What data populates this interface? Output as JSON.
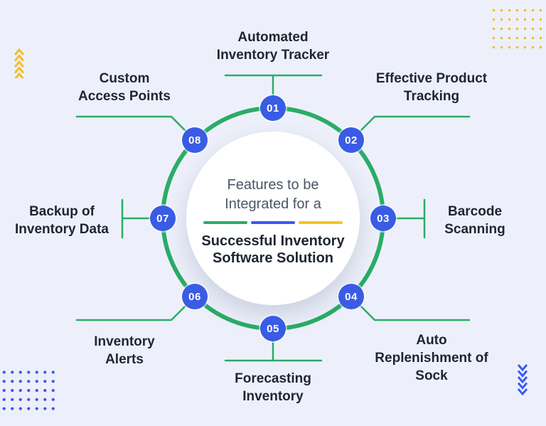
{
  "center": {
    "intro_lines": [
      "Features to be",
      "Integrated for a"
    ],
    "title_lines": [
      "Successful Inventory",
      "Software Solution"
    ]
  },
  "features": [
    {
      "number": "01",
      "lines": [
        "Automated",
        "Inventory Tracker"
      ]
    },
    {
      "number": "02",
      "lines": [
        "Effective Product",
        "Tracking"
      ]
    },
    {
      "number": "03",
      "lines": [
        "Barcode",
        "Scanning"
      ]
    },
    {
      "number": "04",
      "lines": [
        "Auto",
        "Replenishment of",
        "Sock"
      ]
    },
    {
      "number": "05",
      "lines": [
        "Forecasting",
        "Inventory"
      ]
    },
    {
      "number": "06",
      "lines": [
        "Inventory",
        "Alerts"
      ]
    },
    {
      "number": "07",
      "lines": [
        "Backup of",
        "Inventory Data"
      ]
    },
    {
      "number": "08",
      "lines": [
        "Custom",
        "Access Points"
      ]
    }
  ],
  "colors": {
    "background": "#EDF0FA",
    "ring_green": "#2BAC68",
    "node_blue": "#3A5CE4",
    "divider_blue": "#3D5AF1",
    "divider_yellow": "#F6C51C",
    "dots_yellow": "#F4BE2A",
    "dots_blue": "#3D5AF1",
    "text_dark": "#1E2533",
    "text_gray": "#4D5565"
  },
  "decor": {
    "top_left": "chevrons-up-yellow",
    "top_right": "dot-grid-yellow",
    "bottom_left": "dot-grid-blue",
    "bottom_right": "chevrons-down-blue"
  }
}
